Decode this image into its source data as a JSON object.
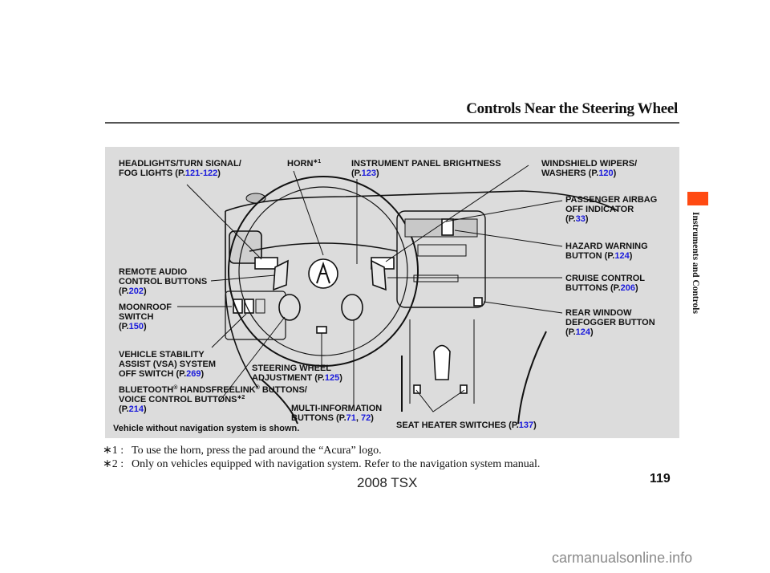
{
  "page": {
    "title": "Controls Near the Steering Wheel",
    "section_tab": "Instruments and Controls",
    "section_tab_color": "#ff4a12",
    "page_number": "119",
    "model": "2008  TSX",
    "watermark": "carmanualsonline.info"
  },
  "figure": {
    "caption": "Vehicle without navigation system is shown.",
    "labels": {
      "headlights": {
        "line1": "HEADLIGHTS/TURN SIGNAL/",
        "line2_prefix": "FOG LIGHTS (P.",
        "ref": "121-122",
        "suffix": ")"
      },
      "horn": {
        "text": "HORN",
        "note": "∗1"
      },
      "instrument_brightness": {
        "line1": "INSTRUMENT PANEL BRIGHTNESS",
        "prefix": "(P.",
        "ref": "123",
        "suffix": ")"
      },
      "wipers": {
        "line1": "WINDSHIELD WIPERS/",
        "prefix": "WASHERS (P.",
        "ref": "120",
        "suffix": ")"
      },
      "airbag": {
        "line1": "PASSENGER AIRBAG",
        "line2": "OFF INDICATOR",
        "prefix": "(P.",
        "ref": "33",
        "suffix": ")"
      },
      "hazard": {
        "line1": "HAZARD WARNING",
        "prefix": "BUTTON (P.",
        "ref": "124",
        "suffix": ")"
      },
      "cruise": {
        "line1": "CRUISE CONTROL",
        "prefix": "BUTTONS (P.",
        "ref": "206",
        "suffix": ")"
      },
      "defogger": {
        "line1": "REAR WINDOW",
        "line2": "DEFOGGER BUTTON",
        "prefix": "(P.",
        "ref": "124",
        "suffix": ")"
      },
      "remote_audio": {
        "line1": "REMOTE AUDIO",
        "line2": "CONTROL BUTTONS",
        "prefix": "(P.",
        "ref": "202",
        "suffix": ")"
      },
      "moonroof": {
        "line1": "MOONROOF",
        "line2": "SWITCH",
        "prefix": "(P.",
        "ref": "150",
        "suffix": ")"
      },
      "vsa": {
        "line1": "VEHICLE STABILITY",
        "line2": "ASSIST (VSA) SYSTEM",
        "prefix": "OFF SWITCH (P.",
        "ref": "269",
        "suffix": ")"
      },
      "steering_adj": {
        "line1": "STEERING WHEEL",
        "prefix": "ADJUSTMENT  (P.",
        "ref": "125",
        "suffix": ")"
      },
      "bluetooth": {
        "line1a": "BLUETOOTH",
        "reg": "®",
        "line1b": " HANDSFREELINK",
        "line1c": " BUTTONS/",
        "line2": "VOICE CONTROL BUTTONS",
        "note": "∗2",
        "prefix": "(P.",
        "ref": "214",
        "suffix": ")"
      },
      "multi_info": {
        "line1": "MULTI-INFORMATION",
        "prefix": "BUTTONS (P.",
        "ref1": "71",
        "sep": ", ",
        "ref2": "72",
        "suffix": ")"
      },
      "seat_heater": {
        "prefix": "SEAT HEATER SWITCHES (P.",
        "ref": "137",
        "suffix": ")"
      }
    }
  },
  "footnotes": [
    {
      "mark": "∗1 :",
      "text": "To use the horn, press the pad around the “Acura” logo."
    },
    {
      "mark": "∗2 :",
      "text": "Only on vehicles equipped with navigation system. Refer to the navigation system manual."
    }
  ]
}
